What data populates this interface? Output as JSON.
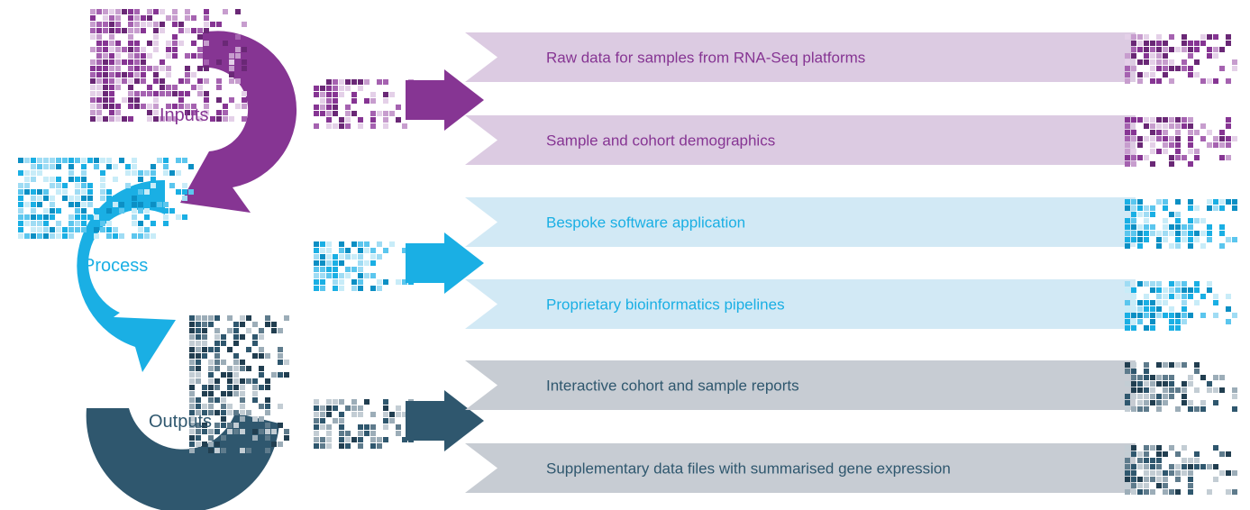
{
  "stages": [
    {
      "key": "inputs",
      "label": "Inputs",
      "color": "#863593",
      "light": "#dccbe2",
      "pixel_colors": [
        "#863593",
        "#a562b0",
        "#c79dce",
        "#6a2876",
        "#e4d0e8"
      ],
      "items": [
        "Raw data for samples from RNA-Seq platforms",
        "Sample and cohort demographics"
      ]
    },
    {
      "key": "process",
      "label": "Process",
      "color": "#1aafe4",
      "light": "#d2e9f5",
      "pixel_colors": [
        "#1aafe4",
        "#5bc6ee",
        "#9fdcf4",
        "#0c8fc4",
        "#c8ecf8"
      ],
      "items": [
        "Bespoke software application",
        "Proprietary bioinformatics pipelines"
      ]
    },
    {
      "key": "outputs",
      "label": "Outputs",
      "color": "#2f576e",
      "light": "#c7ccd3",
      "pixel_colors": [
        "#2f576e",
        "#5e7b8c",
        "#9cadb8",
        "#213e50",
        "#c3cdd4"
      ],
      "items": [
        "Interactive cohort and sample reports",
        "Supplementary data files with summarised gene expression"
      ]
    }
  ]
}
